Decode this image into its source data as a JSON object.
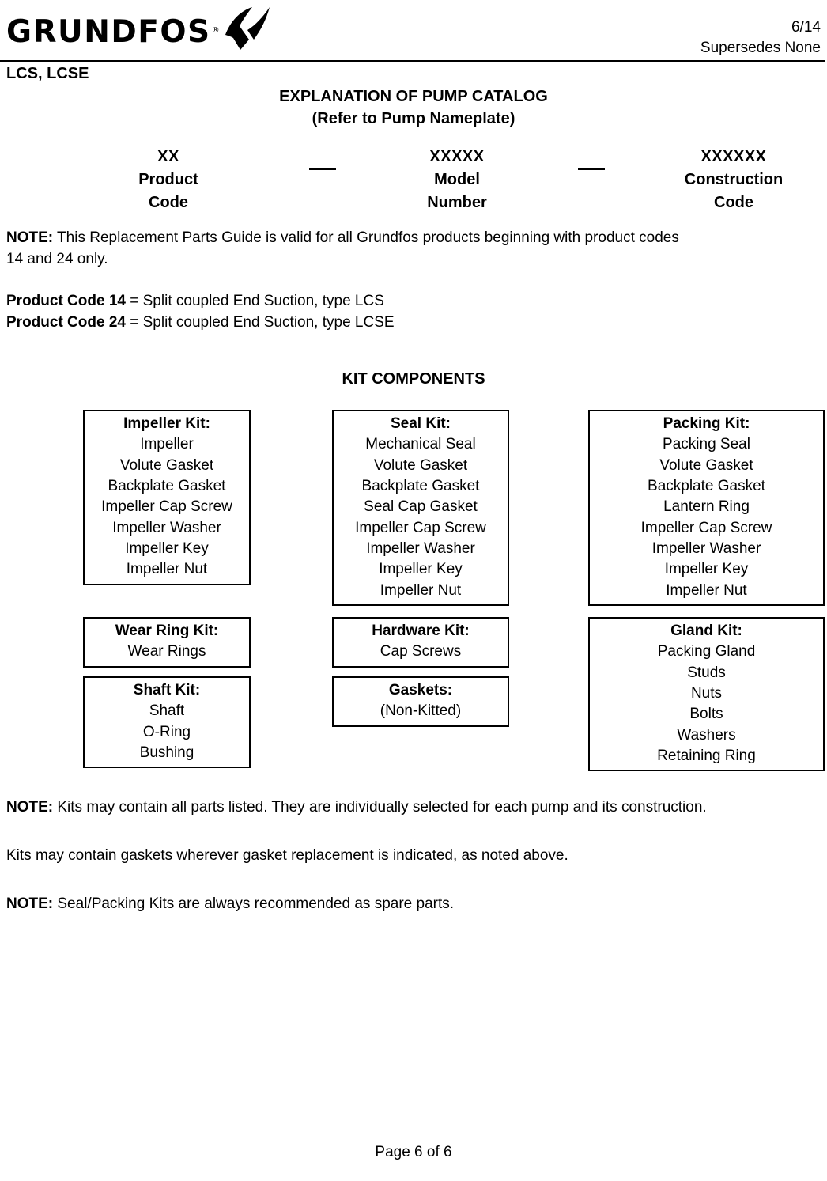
{
  "header": {
    "logo_text": "GRUNDFOS",
    "logo_registered": "®",
    "logo_mark_name": "grundfos-x-mark",
    "revision": "6/14",
    "supersedes": "Supersedes None",
    "doc_code": "LCS, LCSE"
  },
  "title": {
    "line1": "EXPLANATION OF PUMP CATALOG",
    "line2": "(Refer to Pump Nameplate)"
  },
  "code_diagram": {
    "product": {
      "code": "XX",
      "label_line1": "Product",
      "label_line2": "Code"
    },
    "separator1": "—",
    "model": {
      "code": "XXXXX",
      "label_line1": "Model",
      "label_line2": "Number"
    },
    "separator2": "—",
    "construction": {
      "code": "XXXXXX",
      "label_line1": "Construction",
      "label_line2": "Code"
    }
  },
  "note_top": {
    "label": "NOTE:",
    "text": " This Replacement Parts Guide is valid for all Grundfos products beginning with product codes 14 and 24 only."
  },
  "product_codes": [
    {
      "label": "Product Code 14",
      "text": " = Split coupled End Suction, type LCS"
    },
    {
      "label": "Product Code 24",
      "text": " =  Split coupled End Suction, type LCSE"
    }
  ],
  "kit_components": {
    "heading": "KIT COMPONENTS",
    "boxes": [
      {
        "id": "impeller",
        "title": "Impeller Kit:",
        "items": [
          "Impeller",
          "Volute Gasket",
          "Backplate Gasket",
          "Impeller Cap Screw",
          "Impeller Washer",
          "Impeller Key",
          "Impeller Nut"
        ]
      },
      {
        "id": "seal",
        "title": "Seal Kit:",
        "items": [
          "Mechanical Seal",
          "Volute Gasket",
          "Backplate Gasket",
          "Seal Cap Gasket",
          "Impeller Cap Screw",
          "Impeller Washer",
          "Impeller Key",
          "Impeller Nut"
        ]
      },
      {
        "id": "packing",
        "title": "Packing Kit:",
        "items": [
          "Packing Seal",
          "Volute Gasket",
          "Backplate Gasket",
          "Lantern Ring",
          "Impeller Cap Screw",
          "Impeller Washer",
          "Impeller Key",
          "Impeller Nut"
        ]
      },
      {
        "id": "wearring",
        "title": "Wear Ring Kit:",
        "items": [
          "Wear Rings"
        ]
      },
      {
        "id": "hardware",
        "title": "Hardware Kit:",
        "items": [
          "Cap Screws"
        ]
      },
      {
        "id": "gland",
        "title": "Gland Kit:",
        "items": [
          "Packing Gland",
          "Studs",
          "Nuts",
          "Bolts",
          "Washers",
          "Retaining Ring"
        ]
      },
      {
        "id": "shaft",
        "title": "Shaft Kit:",
        "items": [
          "Shaft",
          "O-Ring",
          "Bushing"
        ]
      },
      {
        "id": "gaskets",
        "title": "Gaskets:",
        "items": [
          "(Non-Kitted)"
        ]
      }
    ]
  },
  "bottom_notes": [
    {
      "label": "NOTE:",
      "text": "  Kits may contain all parts listed.  They are individually selected for each pump and its construction."
    },
    {
      "label": "",
      "text": "Kits may contain gaskets wherever gasket replacement is indicated, as noted above."
    },
    {
      "label": "NOTE:",
      "text": "  Seal/Packing Kits are always recommended as spare parts."
    }
  ],
  "footer": {
    "page_label": "Page 6 of 6"
  }
}
